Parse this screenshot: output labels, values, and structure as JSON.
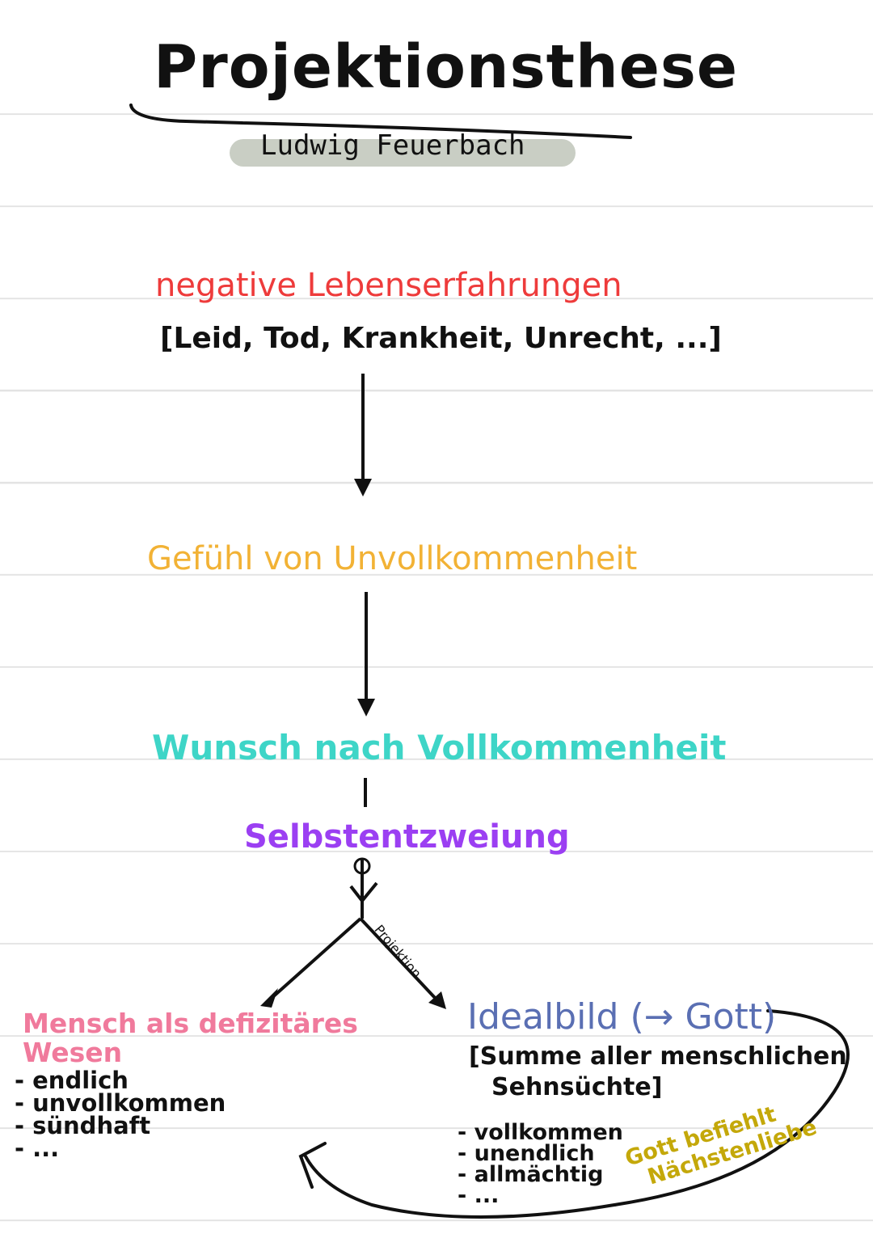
{
  "title": "Projektionsthese",
  "subtitle": "Ludwig Feuerbach",
  "steps": {
    "negative": "negative Lebenserfahrungen",
    "negative_examples": "[Leid, Tod, Krankheit, Unrecht, ...]",
    "gefuehl": "Gefühl von Unvollkommenheit",
    "wunsch": "Wunsch nach Vollkommenheit",
    "selbstentzweiung": "Selbstentzweiung",
    "projektion_label": "Projektion"
  },
  "left_branch": {
    "heading_line1": "Mensch als defizitäres",
    "heading_line2": "Wesen",
    "items": [
      "- endlich",
      "- unvollkommen",
      "- sündhaft",
      "- ..."
    ]
  },
  "right_branch": {
    "heading": "Idealbild (→ Gott)",
    "note_line1": "[Summe aller menschlichen",
    "note_line2": "Sehnsüchte]",
    "items": [
      "- vollkommen",
      "- unendlich",
      "- allmächtig",
      "- ..."
    ]
  },
  "annotation": {
    "line1": "Gott befiehlt",
    "line2": "Nächstenliebe"
  },
  "colors": {
    "red": "#ee3b3b",
    "yellow": "#f2b235",
    "turquoise": "#3ed5c7",
    "purple": "#9b3ff2",
    "pink": "#f07a9c",
    "blue": "#5a6fb3",
    "gold": "#c4a80a"
  }
}
